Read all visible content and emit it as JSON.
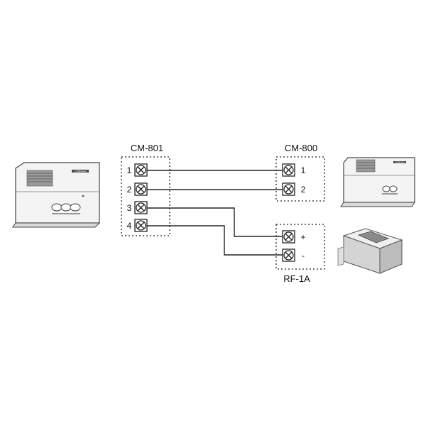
{
  "cm801": {
    "label": "CM-801",
    "terminals": [
      "1",
      "2",
      "3",
      "4"
    ]
  },
  "cm800": {
    "label": "CM-800",
    "terminals": [
      "1",
      "2"
    ]
  },
  "rf1a": {
    "label": "RF-1A",
    "terminals": [
      "+",
      "-"
    ]
  },
  "devices": {
    "cm801_panel_text": "COMMAX",
    "cm800_panel_text": "COMMAX"
  }
}
